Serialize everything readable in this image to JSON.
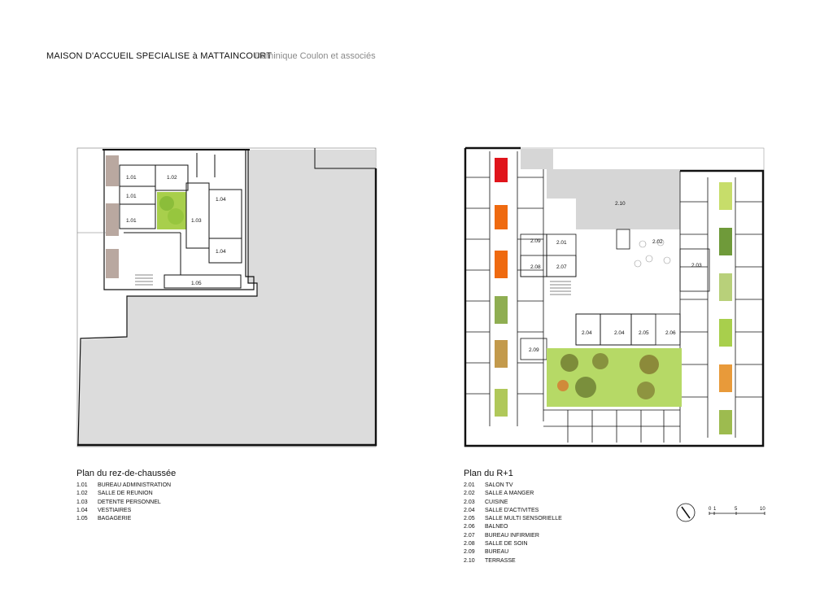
{
  "header": {
    "title": "MAISON D'ACCUEIL SPECIALISE à MATTAINCOURT",
    "author": "Dominique Coulon et associés"
  },
  "plans": {
    "ground": {
      "title": "Plan du rez-de-chaussée",
      "room_labels": [
        "1.01",
        "1.02",
        "1.01",
        "1.01",
        "1.03",
        "1.04",
        "1.04",
        "1.05"
      ],
      "legend": [
        {
          "code": "1.01",
          "label": "BUREAU ADMINISTRATION"
        },
        {
          "code": "1.02",
          "label": "SALLE DE REUNION"
        },
        {
          "code": "1.03",
          "label": "DETENTE PERSONNEL"
        },
        {
          "code": "1.04",
          "label": "VESTIAIRES"
        },
        {
          "code": "1.05",
          "label": "BAGAGERIE"
        }
      ]
    },
    "first": {
      "title": "Plan du R+1",
      "room_labels": [
        "2.10",
        "2.09",
        "2.01",
        "2.02",
        "2.08",
        "2.07",
        "2.03",
        "2.04",
        "2.04",
        "2.05",
        "2.06",
        "2.09"
      ],
      "legend": [
        {
          "code": "2.01",
          "label": "SALON TV"
        },
        {
          "code": "2.02",
          "label": "SALLE A MANGER"
        },
        {
          "code": "2.03",
          "label": "CUISINE"
        },
        {
          "code": "2.04",
          "label": "SALLE D'ACTIVITES"
        },
        {
          "code": "2.05",
          "label": "SALLE MULTI SENSORIELLE"
        },
        {
          "code": "2.06",
          "label": "BALNEO"
        },
        {
          "code": "2.07",
          "label": "BUREAU INFIRMIER"
        },
        {
          "code": "2.08",
          "label": "SALLE DE SOIN"
        },
        {
          "code": "2.09",
          "label": "BUREAU"
        },
        {
          "code": "2.10",
          "label": "TERRASSE"
        }
      ]
    }
  },
  "scale_bar": {
    "ticks": [
      "0",
      "1",
      "5",
      "10"
    ]
  },
  "colors": {
    "terrace_gray": "#d9d9d9",
    "patio_green": "#b5d65a",
    "patio_red": "#e0141b",
    "patio_orange": "#ef6a10",
    "wall": "#111111"
  }
}
